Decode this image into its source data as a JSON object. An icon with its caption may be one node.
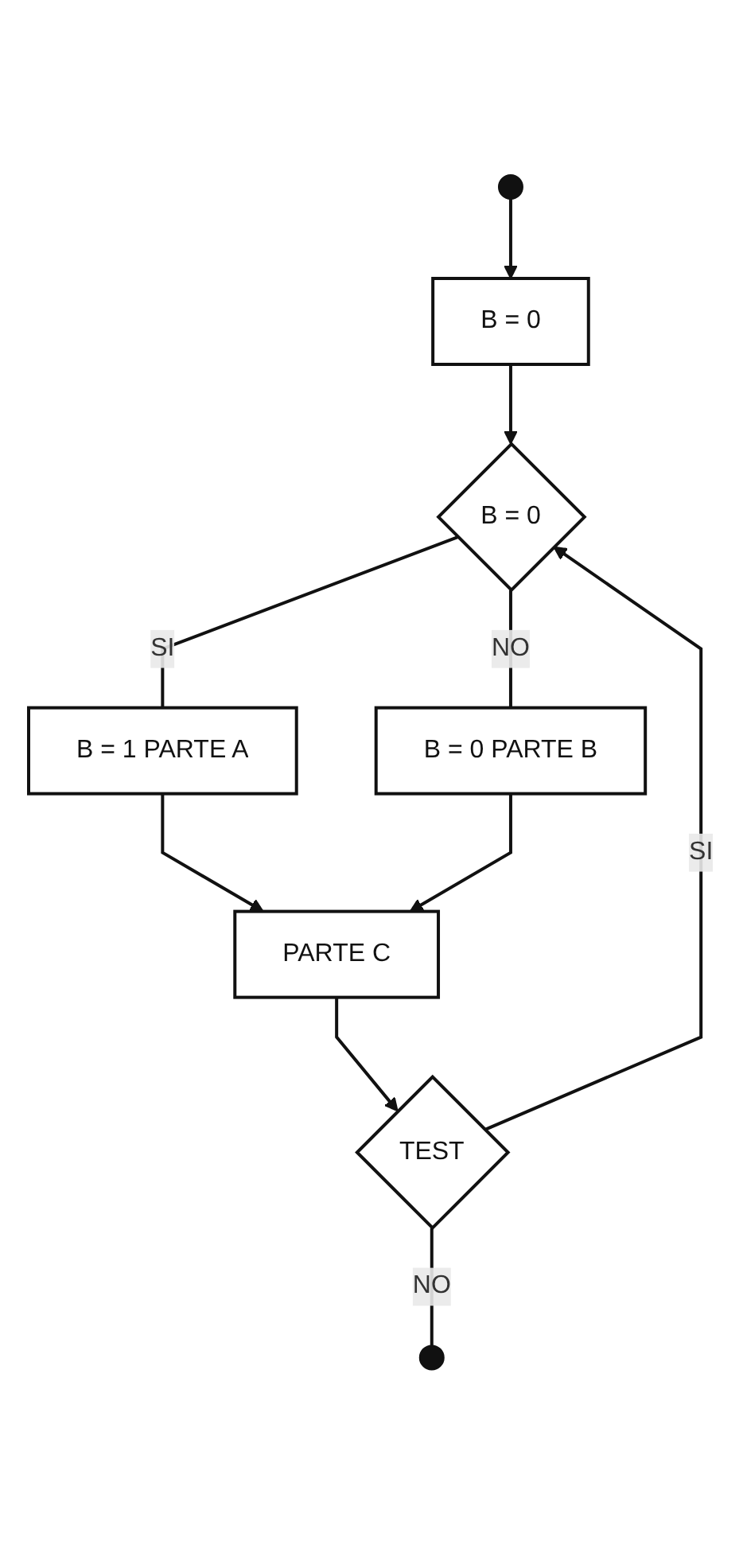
{
  "diagram": {
    "nodes": [
      {
        "text": [],
        "shape": "dots"
      },
      {
        "text": [
          "B = 0"
        ]
      },
      {
        "text": [
          "B = 0"
        ]
      },
      {
        "text": [
          "B = 1 PARTE A"
        ]
      },
      {
        "text": [
          "B = 0 PARTE B"
        ]
      },
      {
        "text": [
          "PARTE C"
        ]
      },
      {
        "text": [
          "TEST"
        ]
      },
      {
        "text": [],
        "shape": "dots"
      }
    ],
    "edges": [
      {
        "from": 0,
        "to": 1,
        "arrow": "to"
      },
      {
        "from": 1,
        "to": 2,
        "arrow": "to"
      },
      {
        "from": 2,
        "to": 3,
        "label": "SI",
        "arrow": "none"
      },
      {
        "from": 2,
        "to": 4,
        "label": "NO",
        "arrow": "none"
      },
      {
        "from": 3,
        "to": 5,
        "arrow": "to"
      },
      {
        "from": 4,
        "to": 5,
        "arrow": "to"
      },
      {
        "from": 5,
        "to": 6,
        "arrow": "to"
      },
      {
        "from": 6,
        "to": 2,
        "label": "SI",
        "arrow": "to"
      },
      {
        "from": 6,
        "to": 7,
        "label": "NO",
        "arrow": "none"
      }
    ]
  }
}
